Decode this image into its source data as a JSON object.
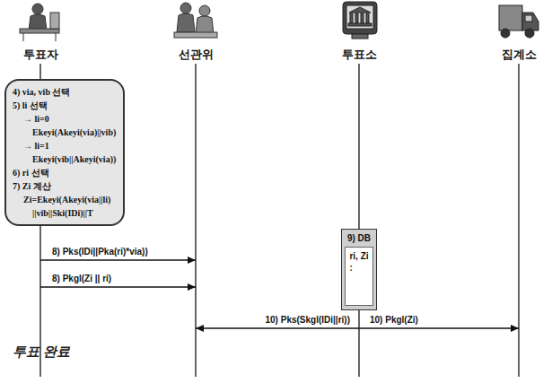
{
  "diagram": {
    "nodes": [
      {
        "text": [
          "투표자"
        ]
      },
      {
        "text": [
          "선관위"
        ]
      },
      {
        "text": [
          "투표소"
        ]
      },
      {
        "text": [
          "집계소"
        ]
      },
      {
        "text": [
          "4) via, vib 선택",
          "5) li 선택",
          "→ li=0",
          "Ekeyi(Akeyi(via)||vib)",
          "→ li=1",
          "Ekeyi(vib||Akeyi(via))",
          "6) ri 선택",
          "7) Zi 계산",
          "Zi=Ekeyi(Akeyi(via||li)",
          "||vib||Ski(IDi)||T"
        ]
      },
      {
        "text": [
          "9) DB",
          "ri, Zi",
          ":"
        ]
      }
    ],
    "edges": [
      {
        "from": 0,
        "to": 1,
        "label": "8) Pks(IDi||Pka(ri)*via))",
        "arrow": "to"
      },
      {
        "from": 0,
        "to": 1,
        "label": "8) Pkgl(Zi || ri)",
        "arrow": "to"
      },
      {
        "from": 2,
        "to": 1,
        "label": "10) Pks(Skgl(IDi||ri))",
        "arrow": "to"
      },
      {
        "from": 2,
        "to": 3,
        "label": "10) Pkgl(Zi)",
        "arrow": "to"
      }
    ],
    "labels": [
      "투표 완료"
    ]
  }
}
